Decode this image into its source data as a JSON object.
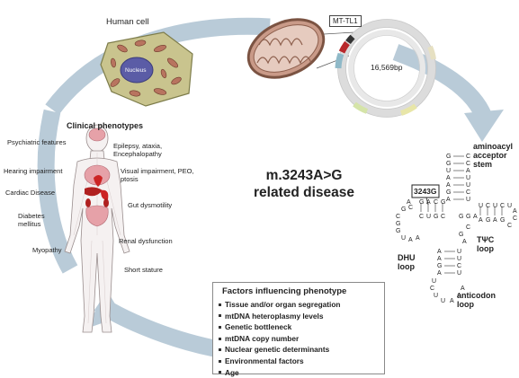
{
  "human_cell_label": "Human cell",
  "nucleus_label": "Nucleus",
  "gene_label": "MT-TL1",
  "genome_size": "16,569bp",
  "center_title": [
    "m.3243A>G",
    "related disease"
  ],
  "clinical": {
    "title": "Clinical phenotypes",
    "psychiatric": "Psychiatric features",
    "epilepsy": "Epilepsy, ataxia, Encephalopathy",
    "hearing": "Hearing impairment",
    "visual": "Visual impairment, PEO, ptosis",
    "cardiac": "Cardiac Disease",
    "gut": "Gut dysmotility",
    "diabetes": "Diabetes mellitus",
    "renal": "Renal dysfunction",
    "myopathy": "Myopathy",
    "stature": "Short stature"
  },
  "trna": {
    "mutation": "3243G",
    "acceptor": "aminoacyl acceptor stem",
    "dhu": "DHU loop",
    "tpsic": "TΨC loop",
    "anticodon": "anticodon loop"
  },
  "factors": {
    "title": "Factors influencing phenotype",
    "items": [
      "Tissue and/or organ segregation",
      "mtDNA heteroplasmy levels",
      "Genetic bottleneck",
      "mtDNA copy number",
      "Nuclear genetic determinants",
      "Environmental factors",
      "Age"
    ]
  },
  "colors": {
    "arrow": "#b9cbd8",
    "cell_body": "#c9c48e",
    "nucleus": "#5b5ca6",
    "mito_outer": "#7b5342",
    "mito_inner": "#c99a88",
    "organ_red": "#cc2424",
    "organ_pink": "#e6a1a8",
    "body_fill": "#f5f1f1"
  }
}
